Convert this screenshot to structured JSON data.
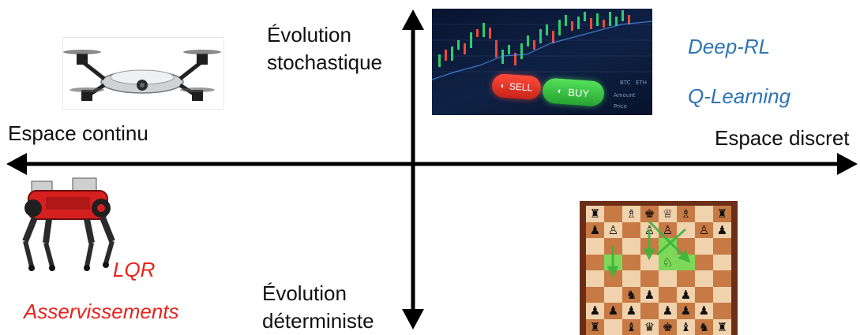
{
  "axes": {
    "left_label": "Espace continu",
    "right_label": "Espace discret",
    "top_label_line1": "Évolution",
    "top_label_line2": "stochastique",
    "bottom_label_line1": "Évolution",
    "bottom_label_line2": "déterministe"
  },
  "quadrants": {
    "top_right": {
      "methods": [
        "Deep-RL",
        "Q-Learning"
      ],
      "color": "#2e75b6",
      "image": "trading-chart-image"
    },
    "bottom_left": {
      "methods": [
        "LQR",
        "Asservissements"
      ],
      "color": "#e8231d",
      "image": "quadruped-robot-image"
    },
    "top_left": {
      "image": "drone-image"
    },
    "bottom_right": {
      "image": "chessboard-image"
    }
  },
  "trading_buttons": {
    "sell": "SELL",
    "buy": "BUY"
  },
  "colors": {
    "axis": "#000000",
    "stochastic_method": "#2e75b6",
    "deterministic_method": "#e8231d"
  }
}
